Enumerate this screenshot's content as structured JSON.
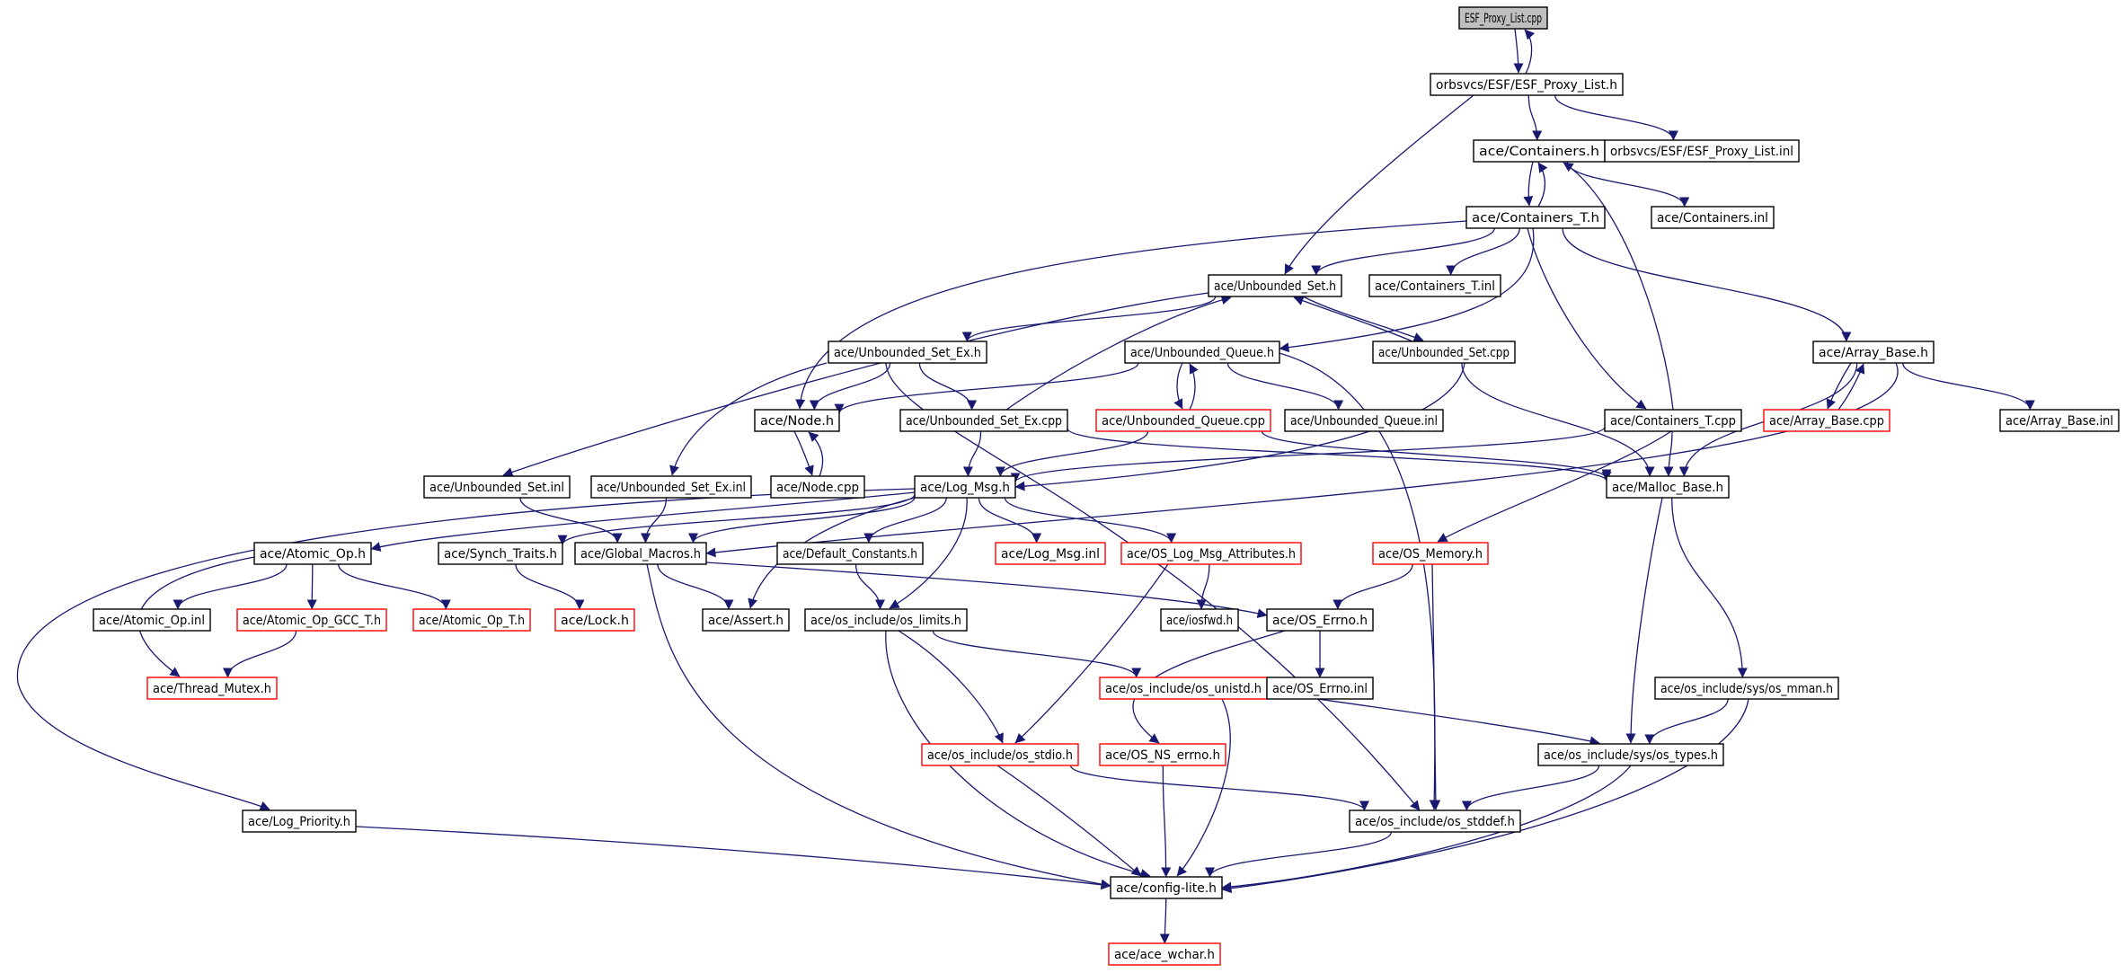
{
  "diagram": {
    "type": "include-dependency-graph",
    "colors": {
      "edge": "#191970",
      "node_border": "#000000",
      "incomplete_node_border": "#ff0000",
      "root_fill": "#bfbfbf",
      "node_fill": "#ffffff"
    },
    "nodes": [
      {
        "id": "n0",
        "label": "ESF_Proxy_List.cpp",
        "style": "root"
      },
      {
        "id": "n1",
        "label": "orbsvcs/ESF/ESF_Proxy_List.h",
        "style": "normal"
      },
      {
        "id": "n2",
        "label": "ace/Containers.h",
        "style": "normal"
      },
      {
        "id": "n3",
        "label": "orbsvcs/ESF/ESF_Proxy_List.inl",
        "style": "normal"
      },
      {
        "id": "n4",
        "label": "ace/Containers_T.h",
        "style": "normal"
      },
      {
        "id": "n5",
        "label": "ace/Containers.inl",
        "style": "normal"
      },
      {
        "id": "n6",
        "label": "ace/Unbounded_Set.h",
        "style": "normal"
      },
      {
        "id": "n7",
        "label": "ace/Containers_T.inl",
        "style": "normal"
      },
      {
        "id": "n8",
        "label": "ace/Unbounded_Set_Ex.h",
        "style": "normal"
      },
      {
        "id": "n9",
        "label": "ace/Unbounded_Queue.h",
        "style": "normal"
      },
      {
        "id": "n10",
        "label": "ace/Unbounded_Set.cpp",
        "style": "normal"
      },
      {
        "id": "n11",
        "label": "ace/Array_Base.h",
        "style": "normal"
      },
      {
        "id": "n12",
        "label": "ace/Node.h",
        "style": "normal"
      },
      {
        "id": "n13",
        "label": "ace/Unbounded_Set_Ex.cpp",
        "style": "normal"
      },
      {
        "id": "n14",
        "label": "ace/Unbounded_Queue.cpp",
        "style": "incomplete"
      },
      {
        "id": "n15",
        "label": "ace/Unbounded_Queue.inl",
        "style": "normal"
      },
      {
        "id": "n16",
        "label": "ace/Containers_T.cpp",
        "style": "normal"
      },
      {
        "id": "n17",
        "label": "ace/Array_Base.cpp",
        "style": "incomplete"
      },
      {
        "id": "n18",
        "label": "ace/Array_Base.inl",
        "style": "normal"
      },
      {
        "id": "n19",
        "label": "ace/Unbounded_Set.inl",
        "style": "normal"
      },
      {
        "id": "n20",
        "label": "ace/Unbounded_Set_Ex.inl",
        "style": "normal"
      },
      {
        "id": "n21",
        "label": "ace/Node.cpp",
        "style": "normal"
      },
      {
        "id": "n22",
        "label": "ace/Log_Msg.h",
        "style": "normal"
      },
      {
        "id": "n23",
        "label": "ace/Malloc_Base.h",
        "style": "normal"
      },
      {
        "id": "n24",
        "label": "ace/Atomic_Op.h",
        "style": "normal"
      },
      {
        "id": "n25",
        "label": "ace/Synch_Traits.h",
        "style": "normal"
      },
      {
        "id": "n26",
        "label": "ace/Global_Macros.h",
        "style": "normal"
      },
      {
        "id": "n27",
        "label": "ace/Default_Constants.h",
        "style": "normal"
      },
      {
        "id": "n28",
        "label": "ace/Log_Msg.inl",
        "style": "incomplete"
      },
      {
        "id": "n29",
        "label": "ace/OS_Log_Msg_Attributes.h",
        "style": "incomplete"
      },
      {
        "id": "n30",
        "label": "ace/OS_Memory.h",
        "style": "incomplete"
      },
      {
        "id": "n31",
        "label": "ace/Atomic_Op.inl",
        "style": "normal"
      },
      {
        "id": "n32",
        "label": "ace/Atomic_Op_GCC_T.h",
        "style": "incomplete"
      },
      {
        "id": "n33",
        "label": "ace/Atomic_Op_T.h",
        "style": "incomplete"
      },
      {
        "id": "n34",
        "label": "ace/Lock.h",
        "style": "incomplete"
      },
      {
        "id": "n35",
        "label": "ace/Assert.h",
        "style": "normal"
      },
      {
        "id": "n36",
        "label": "ace/os_include/os_limits.h",
        "style": "normal"
      },
      {
        "id": "n37",
        "label": "ace/iosfwd.h",
        "style": "normal"
      },
      {
        "id": "n38",
        "label": "ace/OS_Errno.h",
        "style": "normal"
      },
      {
        "id": "n39",
        "label": "ace/Thread_Mutex.h",
        "style": "incomplete"
      },
      {
        "id": "n40",
        "label": "ace/os_include/os_unistd.h",
        "style": "incomplete"
      },
      {
        "id": "n41",
        "label": "ace/OS_Errno.inl",
        "style": "normal"
      },
      {
        "id": "n42",
        "label": "ace/os_include/sys/os_mman.h",
        "style": "normal"
      },
      {
        "id": "n43",
        "label": "ace/os_include/os_stdio.h",
        "style": "incomplete"
      },
      {
        "id": "n44",
        "label": "ace/OS_NS_errno.h",
        "style": "incomplete"
      },
      {
        "id": "n45",
        "label": "ace/os_include/sys/os_types.h",
        "style": "normal"
      },
      {
        "id": "n46",
        "label": "ace/Log_Priority.h",
        "style": "normal"
      },
      {
        "id": "n47",
        "label": "ace/os_include/os_stddef.h",
        "style": "normal"
      },
      {
        "id": "n48",
        "label": "ace/config-lite.h",
        "style": "normal"
      },
      {
        "id": "n49",
        "label": "ace/ace_wchar.h",
        "style": "incomplete"
      }
    ],
    "edges": [
      [
        "n0",
        "n1"
      ],
      [
        "n1",
        "n0"
      ],
      [
        "n1",
        "n2"
      ],
      [
        "n1",
        "n3"
      ],
      [
        "n1",
        "n6"
      ],
      [
        "n2",
        "n4"
      ],
      [
        "n4",
        "n2"
      ],
      [
        "n2",
        "n5"
      ],
      [
        "n4",
        "n6"
      ],
      [
        "n4",
        "n7"
      ],
      [
        "n4",
        "n9"
      ],
      [
        "n4",
        "n16"
      ],
      [
        "n4",
        "n11"
      ],
      [
        "n4",
        "n12"
      ],
      [
        "n6",
        "n8"
      ],
      [
        "n6",
        "n10"
      ],
      [
        "n10",
        "n6"
      ],
      [
        "n6",
        "n19"
      ],
      [
        "n8",
        "n12"
      ],
      [
        "n8",
        "n13"
      ],
      [
        "n8",
        "n20"
      ],
      [
        "n8",
        "n47"
      ],
      [
        "n13",
        "n6"
      ],
      [
        "n13",
        "n22"
      ],
      [
        "n13",
        "n23"
      ],
      [
        "n9",
        "n12"
      ],
      [
        "n9",
        "n14"
      ],
      [
        "n14",
        "n9"
      ],
      [
        "n9",
        "n15"
      ],
      [
        "n9",
        "n47"
      ],
      [
        "n14",
        "n22"
      ],
      [
        "n14",
        "n23"
      ],
      [
        "n10",
        "n22"
      ],
      [
        "n10",
        "n23"
      ],
      [
        "n12",
        "n21"
      ],
      [
        "n21",
        "n12"
      ],
      [
        "n16",
        "n2"
      ],
      [
        "n16",
        "n22"
      ],
      [
        "n16",
        "n23"
      ],
      [
        "n16",
        "n30"
      ],
      [
        "n11",
        "n17"
      ],
      [
        "n17",
        "n11"
      ],
      [
        "n11",
        "n18"
      ],
      [
        "n11",
        "n23"
      ],
      [
        "n11",
        "n26"
      ],
      [
        "n19",
        "n26"
      ],
      [
        "n20",
        "n26"
      ],
      [
        "n22",
        "n24"
      ],
      [
        "n22",
        "n25"
      ],
      [
        "n22",
        "n26"
      ],
      [
        "n22",
        "n27"
      ],
      [
        "n22",
        "n28"
      ],
      [
        "n22",
        "n29"
      ],
      [
        "n22",
        "n35"
      ],
      [
        "n22",
        "n36"
      ],
      [
        "n22",
        "n46"
      ],
      [
        "n24",
        "n31"
      ],
      [
        "n24",
        "n32"
      ],
      [
        "n24",
        "n33"
      ],
      [
        "n24",
        "n39"
      ],
      [
        "n32",
        "n39"
      ],
      [
        "n25",
        "n34"
      ],
      [
        "n26",
        "n35"
      ],
      [
        "n26",
        "n38"
      ],
      [
        "n26",
        "n48"
      ],
      [
        "n27",
        "n36"
      ],
      [
        "n29",
        "n37"
      ],
      [
        "n29",
        "n43"
      ],
      [
        "n30",
        "n38"
      ],
      [
        "n30",
        "n47"
      ],
      [
        "n38",
        "n41"
      ],
      [
        "n38",
        "n44"
      ],
      [
        "n36",
        "n40"
      ],
      [
        "n36",
        "n43"
      ],
      [
        "n36",
        "n48"
      ],
      [
        "n40",
        "n45"
      ],
      [
        "n40",
        "n48"
      ],
      [
        "n23",
        "n45"
      ],
      [
        "n23",
        "n42"
      ],
      [
        "n42",
        "n45"
      ],
      [
        "n42",
        "n48"
      ],
      [
        "n43",
        "n47"
      ],
      [
        "n43",
        "n48"
      ],
      [
        "n44",
        "n48"
      ],
      [
        "n45",
        "n47"
      ],
      [
        "n45",
        "n48"
      ],
      [
        "n47",
        "n48"
      ],
      [
        "n46",
        "n48"
      ],
      [
        "n48",
        "n49"
      ]
    ]
  }
}
